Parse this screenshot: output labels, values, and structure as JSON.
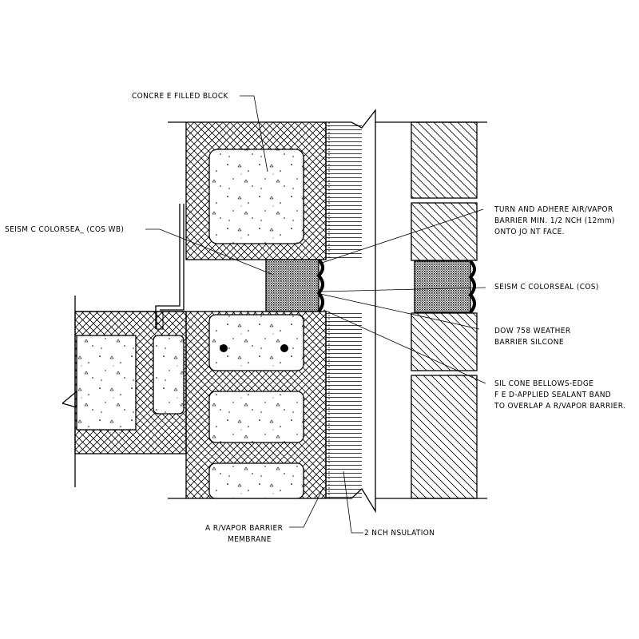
{
  "labels": {
    "concrete_filled_block": "CONCRE E FILLED BLOCK",
    "seismic_colorseal_wb": "SEISM C COLORSEA_ (COS WB)",
    "turn_adhere_1": "TURN AND ADHERE AIR/VAPOR",
    "turn_adhere_2": "BARRIER MIN. 1/2 NCH (12mm)",
    "turn_adhere_3": "ONTO JO NT FACE.",
    "seismic_colorseal_cos": "SEISM C COLORSEAL (COS)",
    "dow_1": "DOW 758 WEATHER",
    "dow_2": "BARRIER SILCONE",
    "bellows_1": "SIL CONE BELLOWS-EDGE",
    "bellows_2": "F E D-APPLIED SEALANT BAND",
    "bellows_3": "TO OVERLAP A R/VAPOR BARRIER.",
    "air_vapor_1": "A R/VAPOR BARRIER",
    "air_vapor_2": "MEMBRANE",
    "insulation": "2 NCH NSULATION"
  }
}
